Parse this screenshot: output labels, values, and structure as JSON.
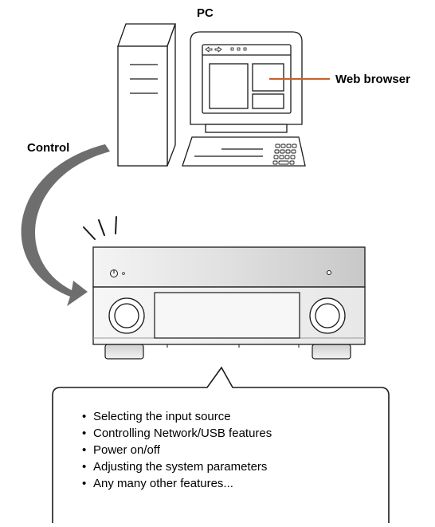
{
  "labels": {
    "pc": "PC",
    "web_browser": "Web browser",
    "control": "Control"
  },
  "features": [
    "Selecting the input source",
    "Controlling Network/USB features",
    "Power on/off",
    "Adjusting the system parameters",
    "Any many other features..."
  ],
  "colors": {
    "outline": "#1a1a1a",
    "arrow": "#6e6e6e",
    "leader_line": "#c8622a"
  }
}
